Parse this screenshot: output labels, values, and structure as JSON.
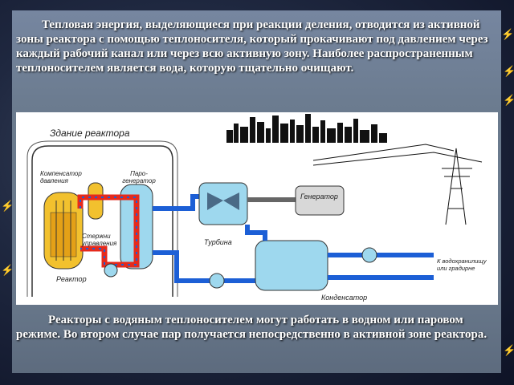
{
  "slide": {
    "paragraph_top": "Тепловая энергия, выделяющиеся  при реакции деления, отводится из активной зоны реактора с помощью теплоносителя, который прокачивают под давлением через каждый рабочий канал или через всю активную зону. Наиболее распространенным теплоносителем является вода, которую тщательно очищают.",
    "paragraph_bottom": "Реакторы с водяным теплоносителем могут работать в водном или паровом режиме. Во втором случае пар получается непосредственно в активной зоне реактора."
  },
  "diagram": {
    "labels": {
      "building": "Здание реактора",
      "compensator": "Компенсатор давления",
      "steam_generator": "Паро- генератор",
      "control_rods": "Стержни управления",
      "reactor": "Реактор",
      "generator": "Генератор",
      "turbine": "Турбина",
      "condenser": "Конденсатор",
      "reservoir": "К водохранилищу или градирне"
    },
    "colors": {
      "hot_loop": "#e52a1c",
      "cold_loop": "#1c5fd6",
      "water": "#9ed8ee",
      "vessel": "#f2c12e"
    }
  },
  "decor": {
    "icons": [
      "lightning-icon",
      "lightning-icon",
      "lightning-icon",
      "lightning-icon",
      "lightning-icon",
      "lightning-icon"
    ]
  }
}
